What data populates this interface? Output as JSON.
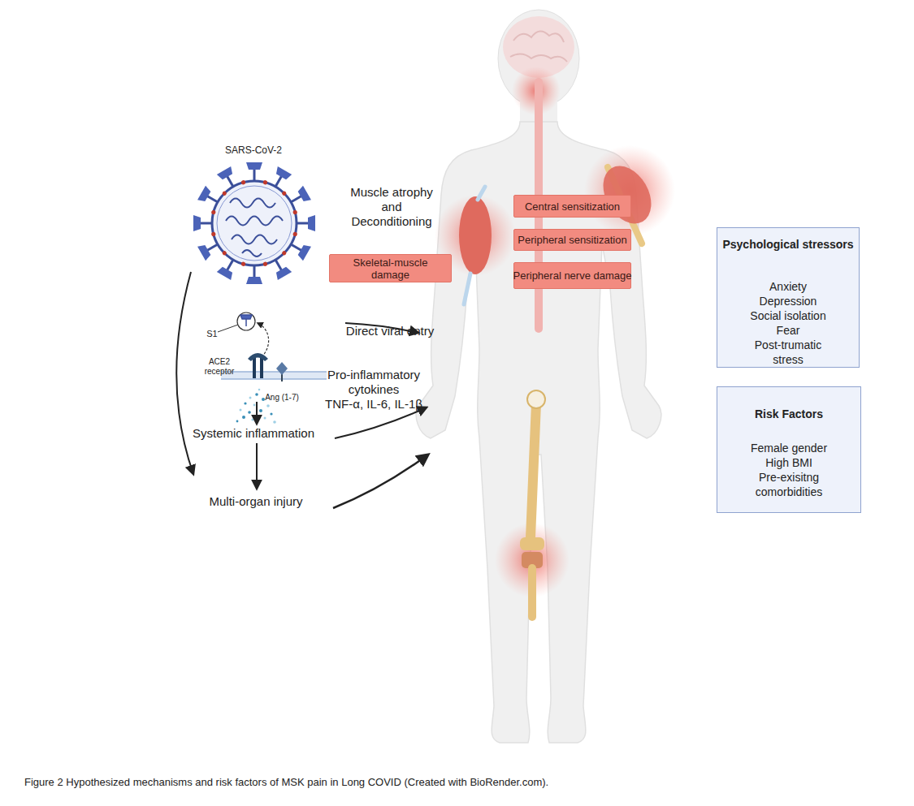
{
  "diagram": {
    "caption": "Figure 2 Hypothesized mechanisms and risk factors of MSK pain in Long COVID (Created with BioRender.com).",
    "nodes": [
      {
        "text": [
          "Skeletal-muscle damage"
        ]
      },
      {
        "text": [
          "Central sensitization"
        ]
      },
      {
        "text": [
          "Peripheral sensitization"
        ]
      },
      {
        "text": [
          "Peripheral nerve damage"
        ]
      },
      {
        "text": [
          "Psychological stressors",
          "Anxiety",
          "Depression",
          "Social isolation",
          "Fear",
          "Post-trumatic stress"
        ]
      },
      {
        "text": [
          "Risk Factors",
          "Female gender",
          "High BMI",
          "Pre-exisitng comorbidities"
        ]
      }
    ],
    "labels": [
      "SARS-CoV-2",
      "S1",
      "ACE2 receptor",
      "Ang (1-7)",
      "Muscle atrophy and Deconditioning",
      "Direct viral entry",
      "Pro-inflammatory cytokines",
      "TNF-α, IL-6, IL-1β",
      "Systemic inflammation",
      "Multi-organ injury"
    ]
  }
}
